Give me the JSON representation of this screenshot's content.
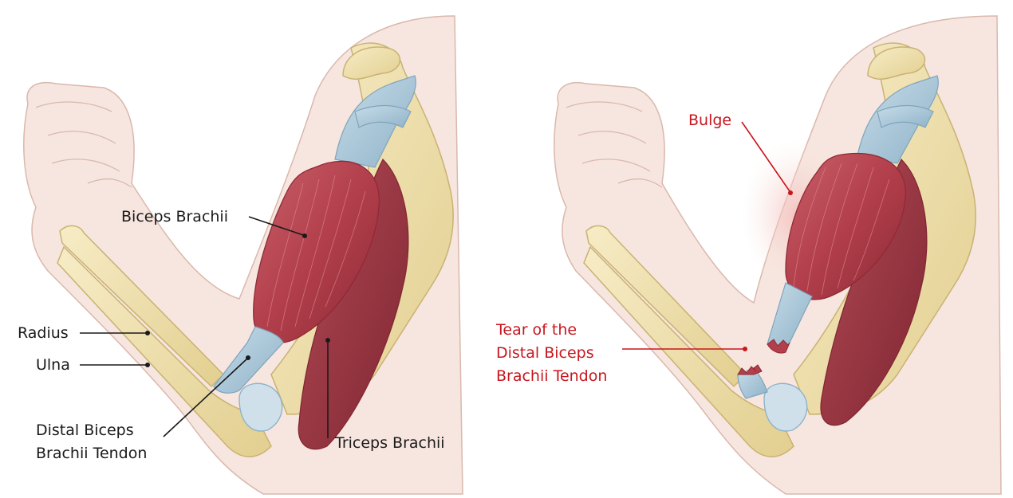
{
  "panels": [
    {
      "id": "normal",
      "labels": {
        "biceps": "Biceps Brachii",
        "radius": "Radius",
        "ulna": "Ulna",
        "distal_line1": "Distal Biceps",
        "distal_line2": "Brachii Tendon",
        "triceps": "Triceps Brachii"
      }
    },
    {
      "id": "torn",
      "labels": {
        "bulge": "Bulge",
        "tear_line1": "Tear of the",
        "tear_line2": "Distal Biceps",
        "tear_line3": "Brachii Tendon"
      }
    }
  ],
  "colors": {
    "skin": "#f7e6df",
    "skin_outline": "#d9b8ad",
    "bone": "#f0e2b0",
    "bone_outline": "#c9b273",
    "muscle": "#b8454f",
    "muscle_dark": "#8f2a36",
    "tendon": "#a8c6d8",
    "label_dark": "#1a1a1a",
    "label_red": "#c8161d"
  }
}
